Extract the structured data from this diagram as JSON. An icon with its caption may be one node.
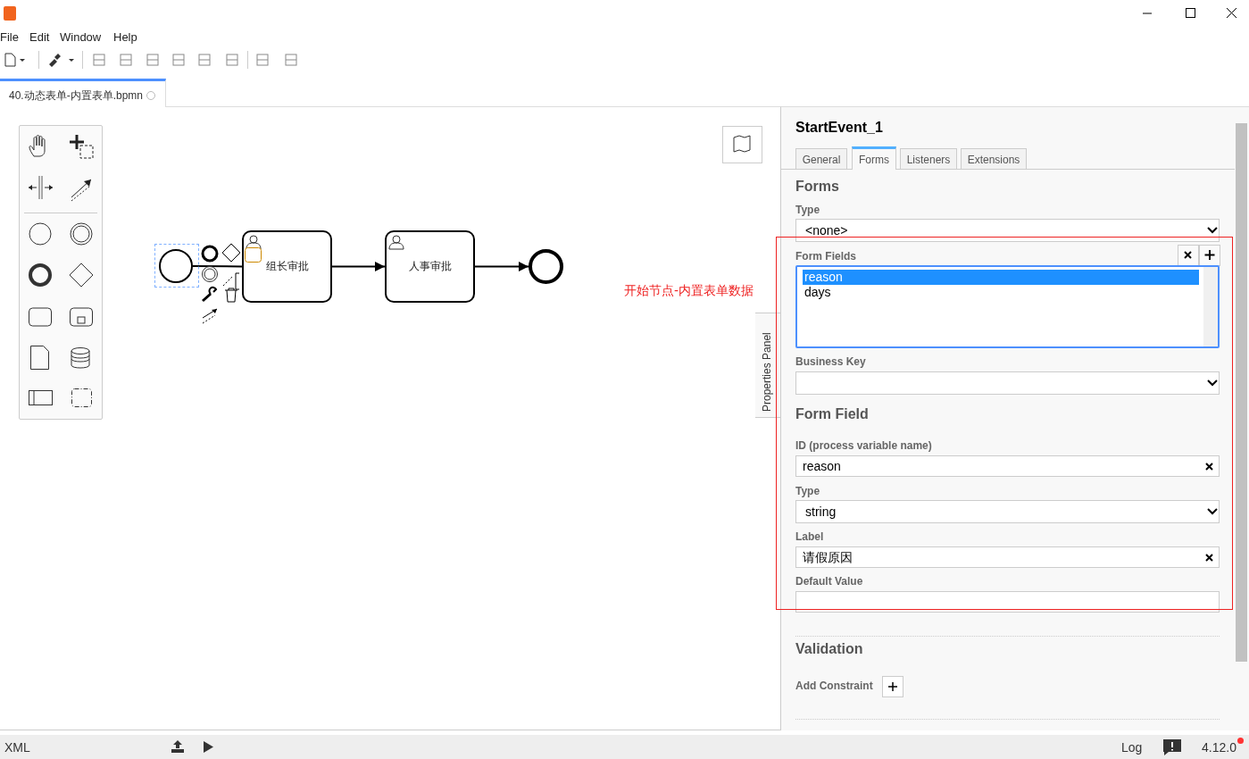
{
  "diagram": {
    "nodes": [
      {
        "text": [],
        "shape": "circle"
      },
      {
        "text": [
          "组长审批"
        ]
      },
      {
        "text": [
          "人事审批"
        ]
      },
      {
        "text": [],
        "shape": "circle"
      },
      {
        "text": [
          "开始节点-内置表单数据"
        ]
      }
    ],
    "edges": [
      {
        "from": 0,
        "to": 1,
        "arrow": "none"
      },
      {
        "from": 1,
        "to": 2,
        "arrow": "to"
      },
      {
        "from": 2,
        "to": 3,
        "arrow": "to"
      }
    ],
    "labels": [
      "File",
      "Edit",
      "Window",
      "Help",
      "40.动态表单-内置表单.bpmn",
      "StartEvent_1",
      "General",
      "Forms",
      "Listeners",
      "Extensions",
      "Forms",
      "Type",
      "<none>",
      "Form Fields",
      "reason",
      "days",
      "Business Key",
      "Form Field",
      "ID (process variable name)",
      "reason",
      "Type",
      "string",
      "Label",
      "请假原因",
      "Default Value",
      "Validation",
      "Add Constraint",
      "Properties Panel",
      "XML",
      "Log",
      "4.12.0"
    ]
  }
}
